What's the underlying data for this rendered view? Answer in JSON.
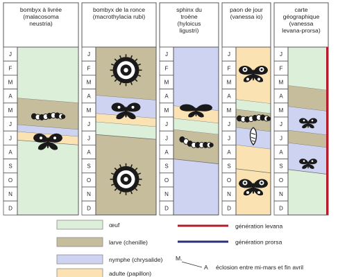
{
  "months": [
    "J",
    "F",
    "M",
    "A",
    "M",
    "J",
    "J",
    "A",
    "S",
    "O",
    "N",
    "D"
  ],
  "species": [
    {
      "id": "bombyx-livree",
      "header_lines": [
        "bombyx à livrée",
        "(malacosoma",
        "neustria)"
      ],
      "stages": [
        {
          "stage": "egg",
          "segments": [
            [
              0,
              3.65
            ],
            [
              6.65,
              12
            ]
          ]
        },
        {
          "stage": "larva",
          "segments": [
            [
              3.65,
              5.55
            ]
          ]
        },
        {
          "stage": "pupa",
          "segments": [
            [
              5.55,
              6.05
            ]
          ]
        },
        {
          "stage": "adult",
          "segments": [
            [
              6.05,
              6.65
            ]
          ]
        }
      ],
      "icons": [
        [
          "caterpillar",
          4.8
        ],
        [
          "moth",
          6.55
        ]
      ]
    },
    {
      "id": "bombyx-ronce",
      "header_lines": [
        "bombyx de la ronce",
        "(macrothylacia rubi)"
      ],
      "stages": [
        {
          "stage": "larva",
          "segments": [
            [
              0,
              3.45
            ],
            [
              6.25,
              12
            ]
          ]
        },
        {
          "stage": "pupa",
          "segments": [
            [
              3.45,
              4.75
            ]
          ]
        },
        {
          "stage": "adult",
          "segments": [
            [
              4.75,
              5.35
            ]
          ]
        },
        {
          "stage": "egg",
          "segments": [
            [
              5.35,
              6.25
            ]
          ]
        }
      ],
      "icons": [
        [
          "coiled-larva",
          1.5
        ],
        [
          "moth",
          4.35
        ],
        [
          "coiled-larva",
          9.3
        ]
      ]
    },
    {
      "id": "sphinx-troene",
      "header_lines": [
        "sphinx du",
        "troène",
        "(hyloicus",
        "ligustri)"
      ],
      "stages": [
        {
          "stage": "pupa",
          "segments": [
            [
              0,
              4.2
            ],
            [
              8.0,
              12
            ]
          ]
        },
        {
          "stage": "adult",
          "segments": [
            [
              4.2,
              5.1
            ]
          ]
        },
        {
          "stage": "egg",
          "segments": [
            [
              5.1,
              5.9
            ]
          ]
        },
        {
          "stage": "larva",
          "segments": [
            [
              5.9,
              8.0
            ]
          ]
        }
      ],
      "icons": [
        [
          "sphinx",
          4.35
        ],
        [
          "caterpillar-hooked",
          6.85
        ]
      ]
    },
    {
      "id": "paon-jour",
      "header_lines": [
        "paon de jour",
        "(vanessa io)"
      ],
      "stages": [
        {
          "stage": "adult",
          "segments": [
            [
              0,
              3.75
            ],
            [
              8.7,
              12
            ]
          ]
        },
        {
          "stage": "egg",
          "segments": [
            [
              3.75,
              4.45
            ]
          ]
        },
        {
          "stage": "larva",
          "segments": [
            [
              4.45,
              5.75
            ]
          ]
        },
        {
          "stage": "pupa",
          "segments": [
            [
              5.75,
              7.0
            ]
          ]
        },
        {
          "stage": "adult",
          "segments": [
            [
              7.0,
              8.7
            ]
          ]
        }
      ],
      "icons": [
        [
          "peacock",
          1.7
        ],
        [
          "caterpillar",
          4.95
        ],
        [
          "chrysalis",
          6.2
        ],
        [
          "peacock",
          9.8
        ]
      ]
    },
    {
      "id": "carte-geo",
      "header_lines": [
        "carte",
        "géographique",
        "(vanessa",
        "levana-prorsa)"
      ],
      "stages": [
        {
          "stage": "egg",
          "segments": [
            [
              0,
              2.75
            ],
            [
              8.75,
              12
            ]
          ]
        },
        {
          "stage": "larva",
          "segments": [
            [
              2.75,
              4.25
            ]
          ]
        },
        {
          "stage": "pupa",
          "segments": [
            [
              4.25,
              5.95
            ]
          ]
        },
        {
          "stage": "larva",
          "segments": [
            [
              5.95,
              6.85
            ]
          ]
        },
        {
          "stage": "pupa",
          "segments": [
            [
              6.85,
              8.75
            ]
          ]
        }
      ],
      "icons": [
        [
          "butterfly-small",
          5.25
        ],
        [
          "butterfly-small",
          8.15
        ]
      ],
      "generation_bars": [
        {
          "generation": "levana",
          "segments": [
            [
              0,
              12
            ]
          ]
        }
      ]
    }
  ],
  "legend": {
    "items": [
      {
        "key": "egg",
        "label": "œuf"
      },
      {
        "key": "larva",
        "label": "larve (chenille)"
      },
      {
        "key": "pupa",
        "label": "nymphe (chrysalide)"
      },
      {
        "key": "adult",
        "label": "adulte (papillon)"
      }
    ],
    "generations": [
      {
        "key": "levana",
        "label": "génération levana"
      },
      {
        "key": "prorsa",
        "label": "génération prorsa"
      }
    ],
    "note_symbol_top": "M.",
    "note_symbol_bottom": "A",
    "note_text": "éclosion entre mi-mars et fin avril"
  },
  "colors": {
    "egg": "#dcefd8",
    "larva": "#c6bd9c",
    "pupa": "#cdd3f0",
    "adult": "#fbe2b2",
    "levana": "#b01e2d",
    "prorsa": "#2a2f78",
    "border": "#555555",
    "icon": "#1a1a1a"
  }
}
